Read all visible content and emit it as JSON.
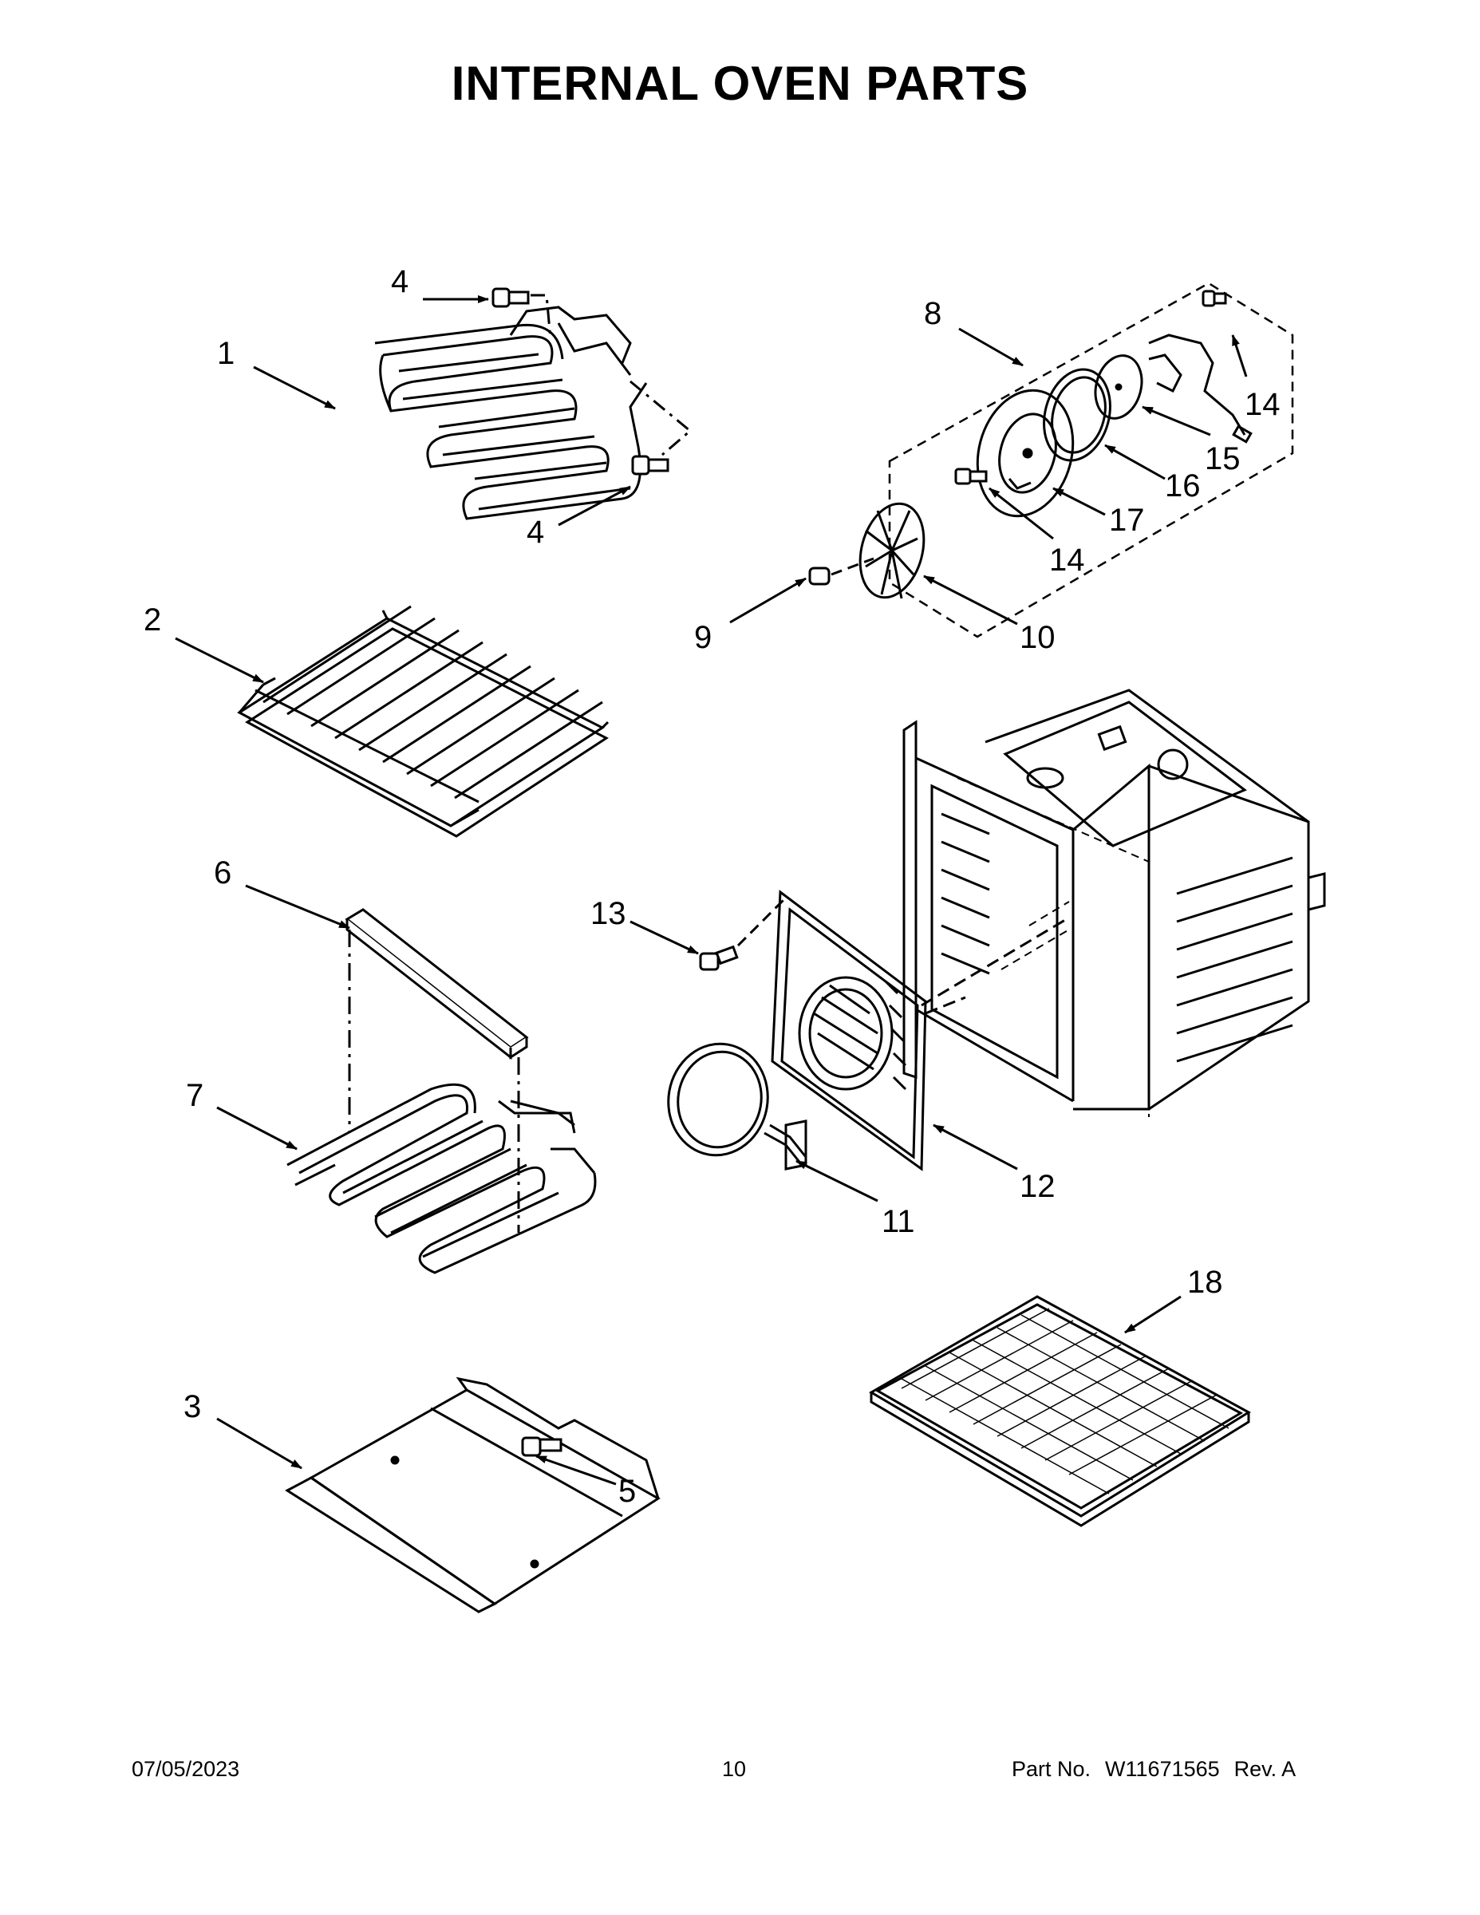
{
  "title": "INTERNAL OVEN PARTS",
  "callouts": [
    {
      "id": "c1",
      "label": "1"
    },
    {
      "id": "c2",
      "label": "2"
    },
    {
      "id": "c3",
      "label": "3"
    },
    {
      "id": "c4a",
      "label": "4"
    },
    {
      "id": "c4b",
      "label": "4"
    },
    {
      "id": "c5",
      "label": "5"
    },
    {
      "id": "c6",
      "label": "6"
    },
    {
      "id": "c7",
      "label": "7"
    },
    {
      "id": "c8",
      "label": "8"
    },
    {
      "id": "c9",
      "label": "9"
    },
    {
      "id": "c10",
      "label": "10"
    },
    {
      "id": "c11",
      "label": "11"
    },
    {
      "id": "c12",
      "label": "12"
    },
    {
      "id": "c13",
      "label": "13"
    },
    {
      "id": "c14a",
      "label": "14"
    },
    {
      "id": "c14b",
      "label": "14"
    },
    {
      "id": "c15",
      "label": "15"
    },
    {
      "id": "c16",
      "label": "16"
    },
    {
      "id": "c17",
      "label": "17"
    },
    {
      "id": "c18",
      "label": "18"
    }
  ],
  "footer": {
    "date": "07/05/2023",
    "page": "10",
    "part_label": "Part No.",
    "part_number": "W11671565",
    "rev": "Rev. A"
  }
}
